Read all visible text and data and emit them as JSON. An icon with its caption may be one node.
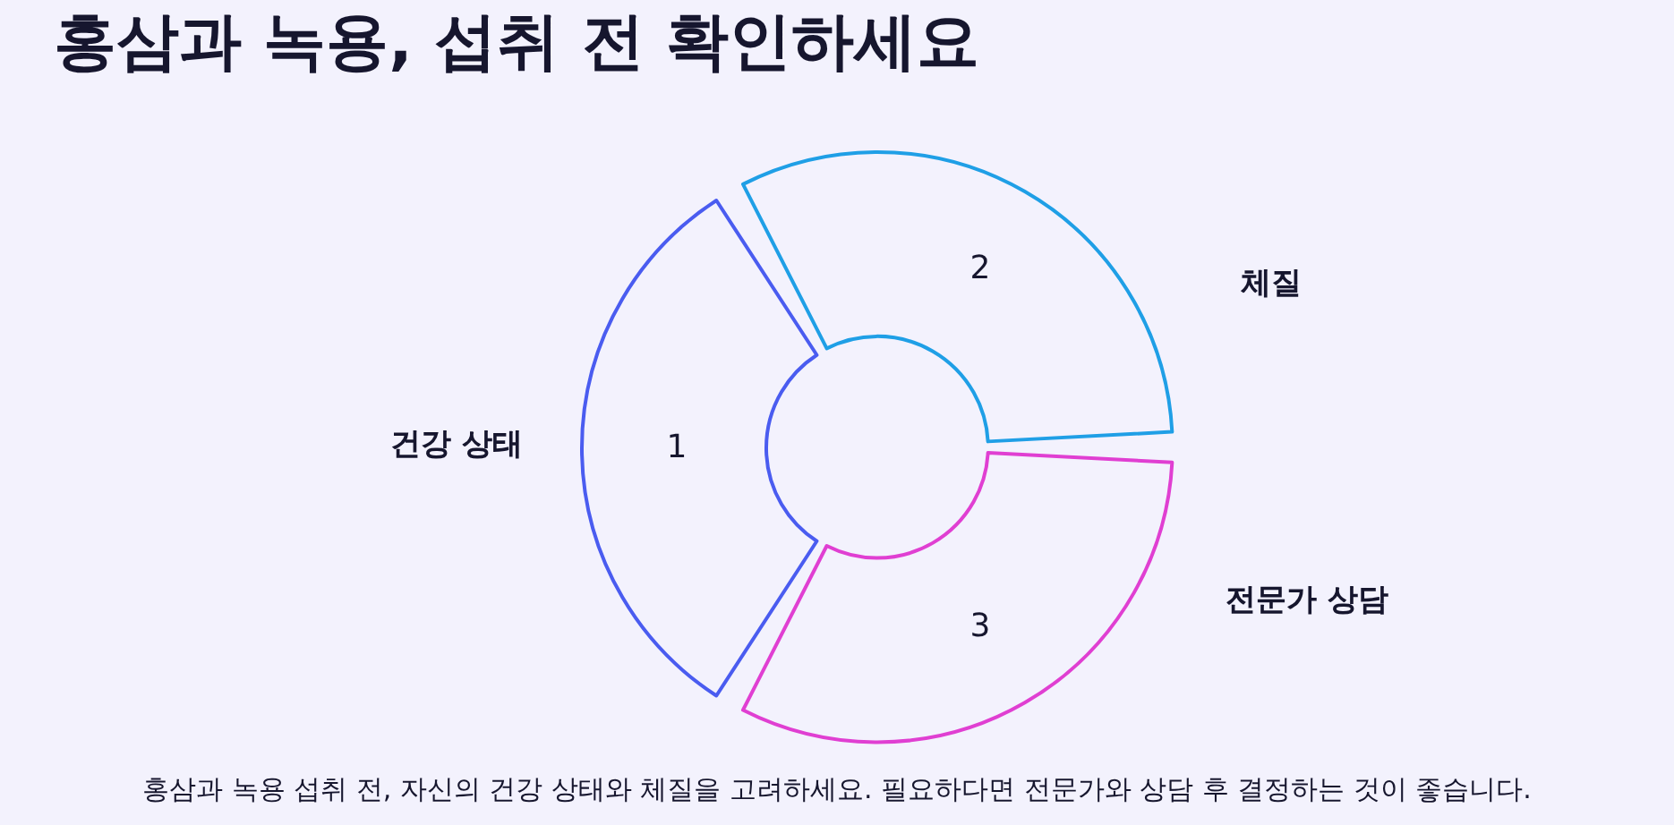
{
  "diagram": {
    "title": "홍삼과 녹용, 섭취 전 확인하세요",
    "nodes": [
      {
        "text": [
          "1"
        ],
        "beside": [
          "건강 상태"
        ]
      },
      {
        "text": [
          "2"
        ],
        "beside": [
          "체질"
        ]
      },
      {
        "text": [
          "3"
        ],
        "beside": [
          "전문가 상담"
        ]
      }
    ],
    "caption": "홍삼과 녹용 섭취 전, 자신의 건강 상태와 체질을 고려하세요. 필요하다면 전문가와 상담 후 결정하는 것이 좋습니다."
  }
}
